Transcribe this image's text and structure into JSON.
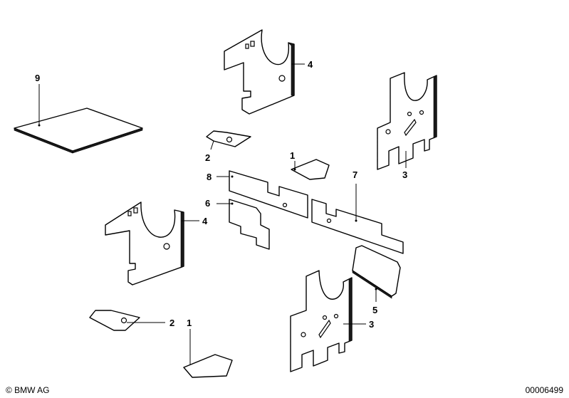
{
  "callouts": {
    "c9": "9",
    "c4_top": "4",
    "c3_top": "3",
    "c2_top": "2",
    "c1_top": "1",
    "c8": "8",
    "c7": "7",
    "c6": "6",
    "c4_mid": "4",
    "c5": "5",
    "c2_bottom": "2",
    "c3_bottom": "3",
    "c1_bottom": "1"
  },
  "footer": {
    "copyright": "© BMW AG",
    "diagram_number": "00006499"
  }
}
